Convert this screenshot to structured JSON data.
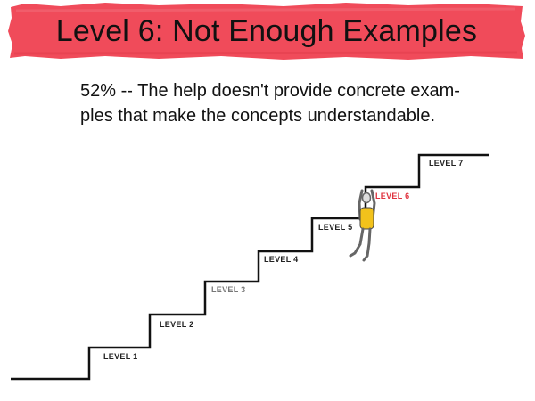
{
  "banner": {
    "title": "Level 6: Not Enough Examples",
    "color": "#f04b5a"
  },
  "description": {
    "line1": "52% -- The help doesn't provide concrete exam-",
    "line2": "ples that make the concepts understandable."
  },
  "stairs": {
    "levels": [
      {
        "label": "LEVEL 1",
        "color": "#222222"
      },
      {
        "label": "LEVEL 2",
        "color": "#222222"
      },
      {
        "label": "LEVEL 3",
        "color": "#777777"
      },
      {
        "label": "LEVEL 4",
        "color": "#222222"
      },
      {
        "label": "LEVEL 5",
        "color": "#222222"
      },
      {
        "label": "LEVEL 6",
        "color": "#e0323e"
      },
      {
        "label": "LEVEL 7",
        "color": "#222222"
      }
    ],
    "highlight_level": "LEVEL 6"
  },
  "figure": {
    "name": "climbing-figure",
    "shirt_color": "#f2c21b",
    "body_color": "#666666"
  }
}
